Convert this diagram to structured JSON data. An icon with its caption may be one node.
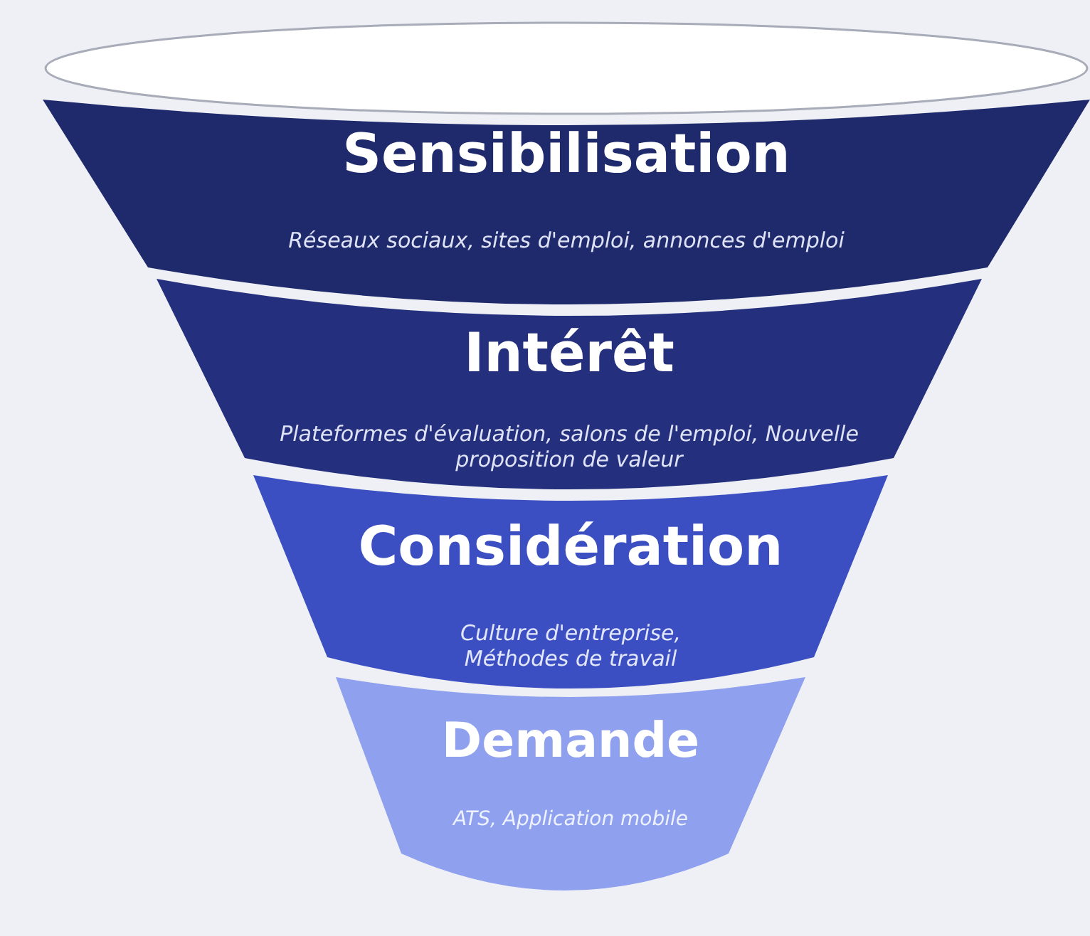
{
  "diagram": {
    "nodes": [
      {
        "text": [],
        "shape": "ellipse"
      },
      {
        "text": [
          "Sensibilisation",
          "Réseaux sociaux, sites d'emploi, annonces d'emploi"
        ]
      },
      {
        "text": [
          "Intérêt",
          "Plateformes d'évaluation, salons de l'emploi, Nouvelle proposition de valeur"
        ]
      },
      {
        "text": [
          "Considération",
          "Culture d'entreprise, Méthodes de travail"
        ]
      },
      {
        "text": [
          "Demande",
          "ATS, Application mobile"
        ]
      }
    ]
  }
}
